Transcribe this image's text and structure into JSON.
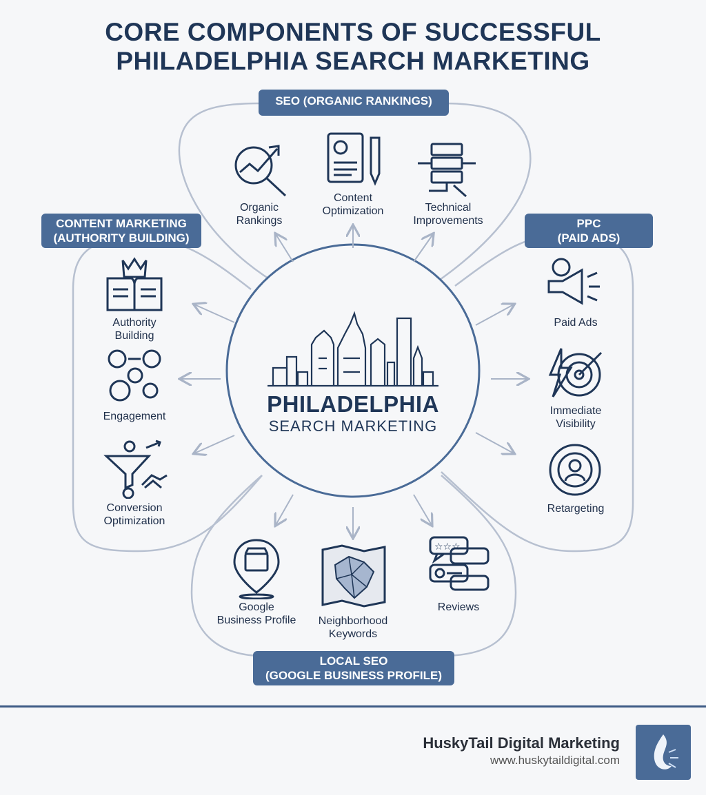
{
  "title": {
    "line1": "CORE COMPONENTS OF SUCCESSFUL",
    "line2": "PHILADELPHIA SEARCH MARKETING"
  },
  "center": {
    "name": "PHILADELPHIA",
    "sub": "SEARCH MARKETING"
  },
  "sections": {
    "seo": {
      "title": "SEO (ORGANIC RANKINGS)",
      "items": [
        "Organic\nRankings",
        "Content\nOptimization",
        "Technical\nImprovements"
      ]
    },
    "ppc": {
      "title_line1": "PPC",
      "title_line2": "(PAID ADS)",
      "items": [
        "Paid Ads",
        "Immediate\nVisibility",
        "Retargeting"
      ]
    },
    "content": {
      "title_line1": "CONTENT MARKETING",
      "title_line2": "(AUTHORITY BUILDING)",
      "items": [
        "Authority\nBuilding",
        "Engagement",
        "Conversion\nOptimization"
      ]
    },
    "local": {
      "title_line1": "LOCAL SEO",
      "title_line2": "(GOOGLE BUSINESS PROFILE)",
      "items": [
        "Google\nBusiness Profile",
        "Neighborhood\nKeywords",
        "Reviews"
      ]
    }
  },
  "footer": {
    "brand": "HuskyTail Digital Marketing",
    "url": "www.huskytaildigital.com"
  },
  "colors": {
    "accent": "#4a6b97",
    "navy": "#1f3657",
    "line": "#a9b4c7"
  }
}
